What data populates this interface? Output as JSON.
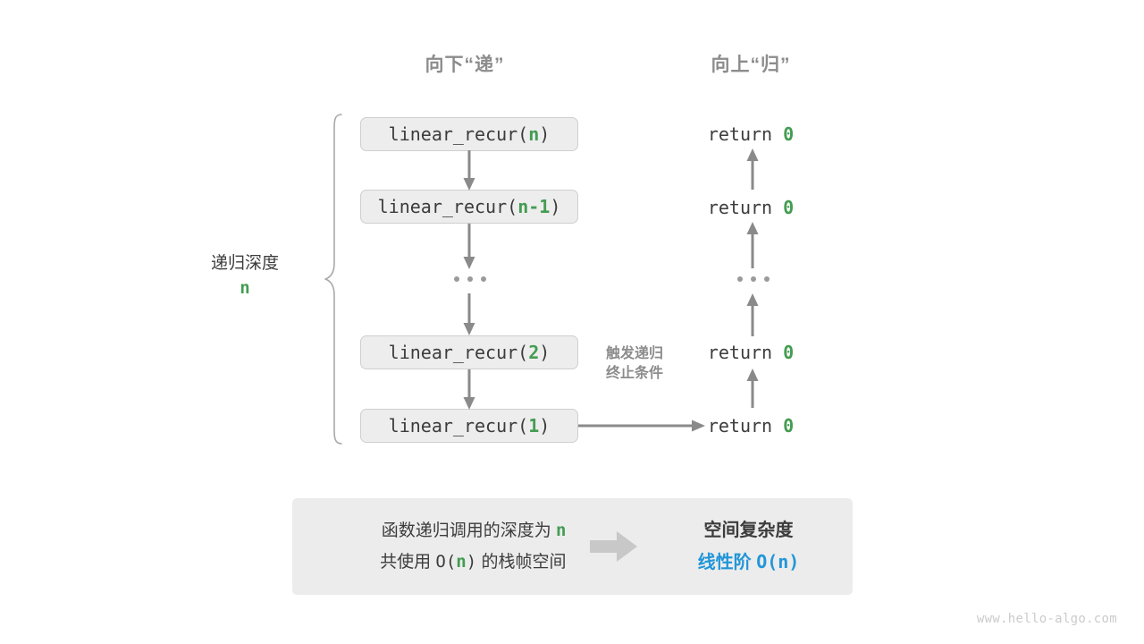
{
  "theme": {
    "background": "#ffffff",
    "box_fill": "#ededed",
    "box_border": "#cfcfcf",
    "arrow_gray": "#8a8a8a",
    "text_dark": "#3c3c3c",
    "text_muted": "#8c8c8c",
    "accent_green": "#449c52",
    "accent_blue": "#2196d9",
    "panel_fill": "#ececec",
    "block_arrow_fill": "#c8c8c8",
    "watermark_color": "#cbcbcb"
  },
  "columns": {
    "down_header": "向下“递”",
    "up_header": "向上“归”"
  },
  "depth_annotation": {
    "label": "递归深度",
    "value": "n"
  },
  "call_stack": [
    {
      "prefix": "linear_recur(",
      "arg": "n",
      "suffix": ")",
      "full": "linear_recur(n)"
    },
    {
      "prefix": "linear_recur(",
      "arg": "n-1",
      "suffix": ")",
      "full": "linear_recur(n-1)"
    },
    {
      "ellipsis": "..."
    },
    {
      "prefix": "linear_recur(",
      "arg": "2",
      "suffix": ")",
      "full": "linear_recur(2)"
    },
    {
      "prefix": "linear_recur(",
      "arg": "1",
      "suffix": ")",
      "full": "linear_recur(1)"
    }
  ],
  "returns": [
    {
      "keyword": "return",
      "value": "0",
      "full": "return 0"
    },
    {
      "keyword": "return",
      "value": "0",
      "full": "return 0"
    },
    {
      "ellipsis": "..."
    },
    {
      "keyword": "return",
      "value": "0",
      "full": "return 0"
    },
    {
      "keyword": "return",
      "value": "0",
      "full": "return 0"
    }
  ],
  "trigger_note": {
    "line1": "触发递归",
    "line2": "终止条件"
  },
  "summary": {
    "left_line1_a": "函数递归调用的深度为",
    "left_line1_n": "n",
    "left_line2_a": "共使用",
    "left_line2_o": "O(",
    "left_line2_n": "n",
    "left_line2_c": ")",
    "left_line2_b": "的栈帧空间",
    "arrow_icon": "block-right-arrow-icon",
    "right_title": "空间复杂度",
    "right_value_label": "线性阶",
    "right_value_big_o": "O(n)"
  },
  "watermark": "www.hello-algo.com"
}
